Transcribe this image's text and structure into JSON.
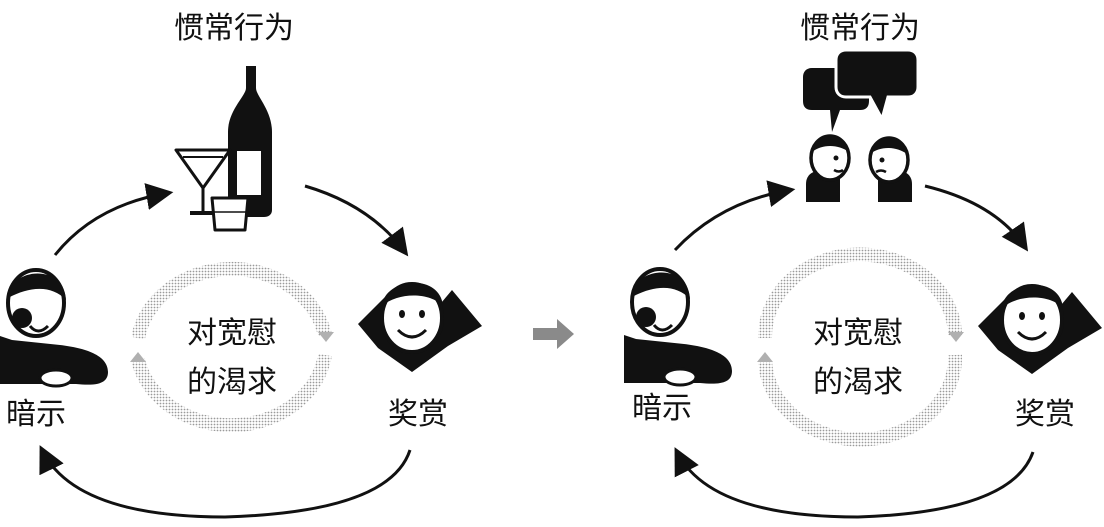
{
  "panels": [
    {
      "id": "left",
      "habit_label": "惯常行为",
      "habit_icon": "drinks-icon",
      "cue_label": "暗示",
      "reward_label": "奖赏",
      "craving_line1": "对宽慰",
      "craving_line2": "的渴求"
    },
    {
      "id": "right",
      "habit_label": "惯常行为",
      "habit_icon": "conversation-icon",
      "cue_label": "暗示",
      "reward_label": "奖赏",
      "craving_line1": "对宽慰",
      "craving_line2": "的渴求"
    }
  ],
  "transition_icon": "right-arrow-icon",
  "colors": {
    "ink": "#111111",
    "dotted_ring": "#b8b8b8",
    "transition_arrow": "#8a8a8a"
  }
}
